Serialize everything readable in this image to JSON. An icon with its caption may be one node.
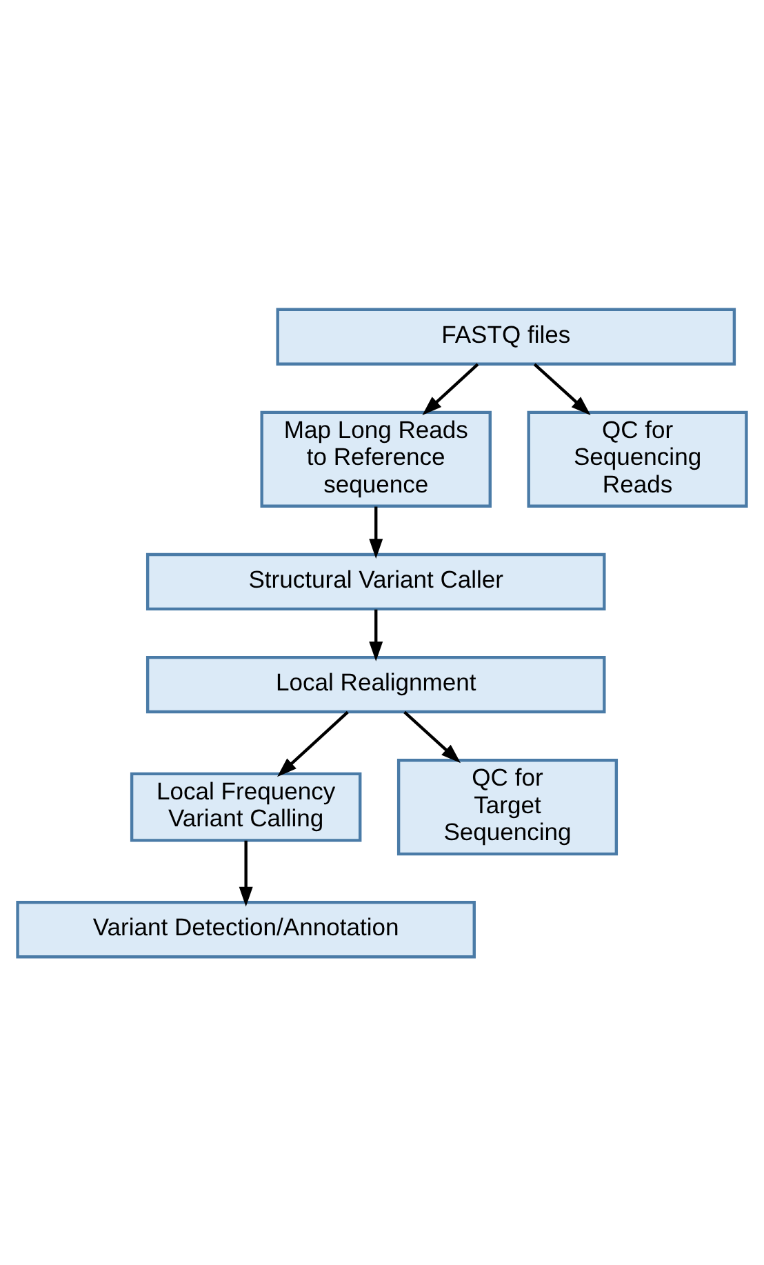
{
  "diagram": {
    "nodes": [
      {
        "text": [
          "FASTQ files"
        ]
      },
      {
        "text": [
          "Map Long Reads to Reference sequence"
        ]
      },
      {
        "text": [
          "QC for Sequencing Reads"
        ]
      },
      {
        "text": [
          "Structural Variant Caller"
        ]
      },
      {
        "text": [
          "Local Realignment"
        ]
      },
      {
        "text": [
          "Local Frequency Variant Calling"
        ]
      },
      {
        "text": [
          "QC for Target Sequencing"
        ]
      },
      {
        "text": [
          "Variant Detection/Annotation"
        ]
      }
    ],
    "edges": [
      {
        "from": 0,
        "to": 1,
        "arrow": "to"
      },
      {
        "from": 0,
        "to": 2,
        "arrow": "to"
      },
      {
        "from": 1,
        "to": 3,
        "arrow": "to"
      },
      {
        "from": 3,
        "to": 4,
        "arrow": "to"
      },
      {
        "from": 4,
        "to": 5,
        "arrow": "to"
      },
      {
        "from": 4,
        "to": 6,
        "arrow": "to"
      },
      {
        "from": 5,
        "to": 7,
        "arrow": "to"
      }
    ]
  }
}
